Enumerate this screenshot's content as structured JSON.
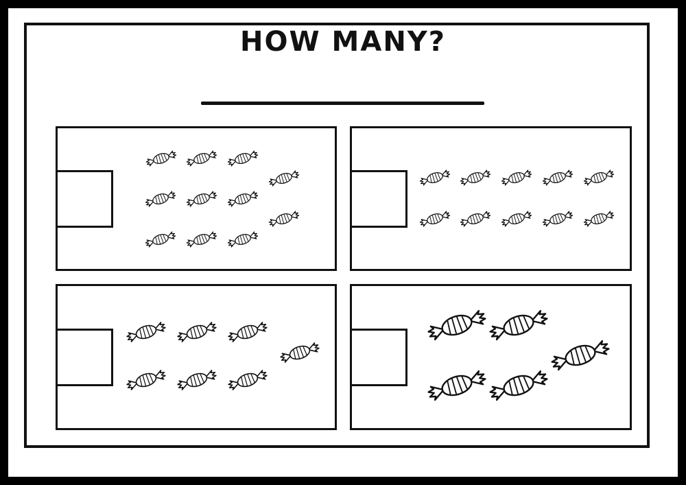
{
  "worksheet": {
    "title": "HOW MANY?"
  },
  "panels": [
    {
      "name": "panel-top-left",
      "icon": "candy-icon",
      "candy_size": "small"
    },
    {
      "name": "panel-top-right",
      "icon": "candy-icon",
      "candy_size": "small"
    },
    {
      "name": "panel-bottom-left",
      "icon": "candy-icon",
      "candy_size": "medium"
    },
    {
      "name": "panel-bottom-right",
      "icon": "candy-icon",
      "candy_size": "large"
    }
  ],
  "stock_id": "#479791118",
  "colors": {
    "ink": "#111111",
    "background": "#ffffff",
    "border": "#000000"
  }
}
